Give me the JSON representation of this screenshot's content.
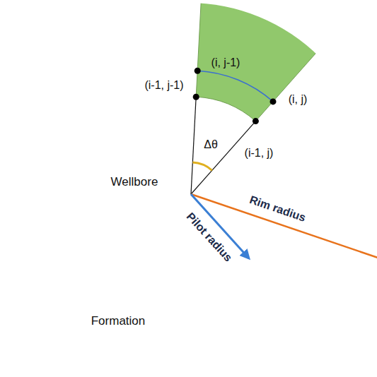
{
  "diagram": {
    "nodes": [
      {
        "text": [
          "Formation"
        ]
      },
      {
        "text": [
          "Wellbore"
        ],
        "in": 0
      }
    ],
    "labels": [
      "(i, j-1)",
      "(i-1, j-1)",
      "(i, j)",
      "(i-1, j)",
      "Δθ",
      "Rim radius",
      "Pilot radius"
    ]
  }
}
